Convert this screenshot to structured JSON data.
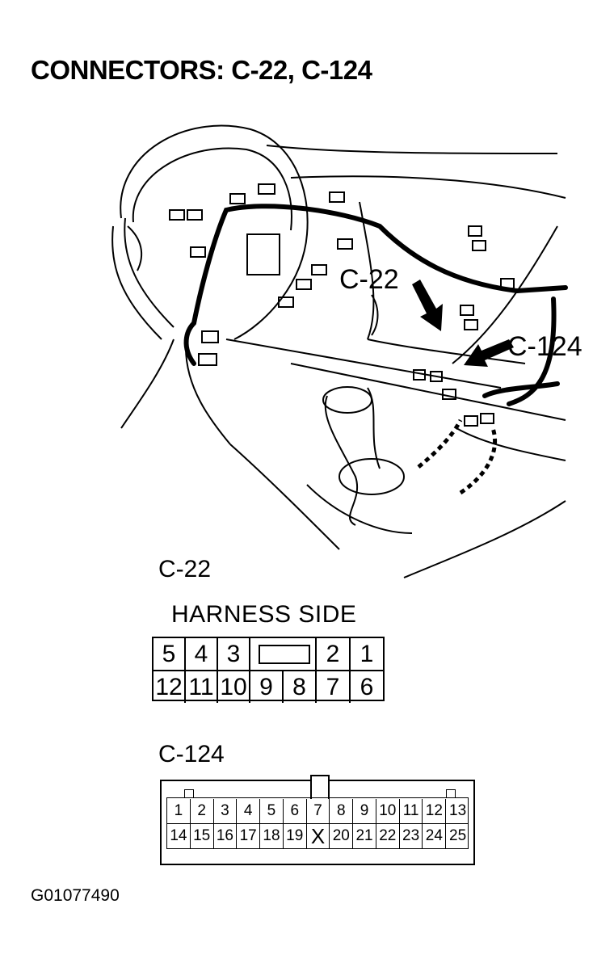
{
  "title": "CONNECTORS: C-22, C-124",
  "illustration": {
    "callout_c22": "C-22",
    "callout_c124": "C-124"
  },
  "c22": {
    "label": "C-22",
    "side_label": "HARNESS SIDE",
    "top_row": [
      "5",
      "4",
      "3",
      "",
      "2",
      "1"
    ],
    "bottom_row": [
      "12",
      "11",
      "10",
      "9",
      "8",
      "7",
      "6"
    ]
  },
  "c124": {
    "label": "C-124",
    "top_row": [
      "1",
      "2",
      "3",
      "4",
      "5",
      "6",
      "7",
      "8",
      "9",
      "10",
      "11",
      "12",
      "13"
    ],
    "bottom_row": [
      "14",
      "15",
      "16",
      "17",
      "18",
      "19",
      "X",
      "20",
      "21",
      "22",
      "23",
      "24",
      "25"
    ]
  },
  "footer_id": "G01077490"
}
